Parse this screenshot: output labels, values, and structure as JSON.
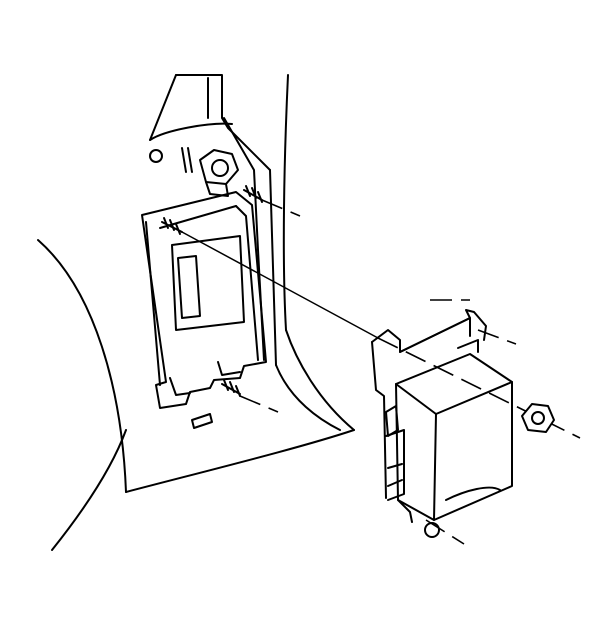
{
  "diagram": {
    "parts": [
      {
        "name": "pillar-trim-panel"
      },
      {
        "name": "mounting-bracket"
      },
      {
        "name": "upper-left-stud"
      },
      {
        "name": "upper-right-stud"
      },
      {
        "name": "lower-stud"
      },
      {
        "name": "bracket-nut"
      },
      {
        "name": "control-module"
      },
      {
        "name": "module-nut"
      }
    ],
    "colors": {
      "line": "#000000",
      "background": "#ffffff"
    }
  }
}
